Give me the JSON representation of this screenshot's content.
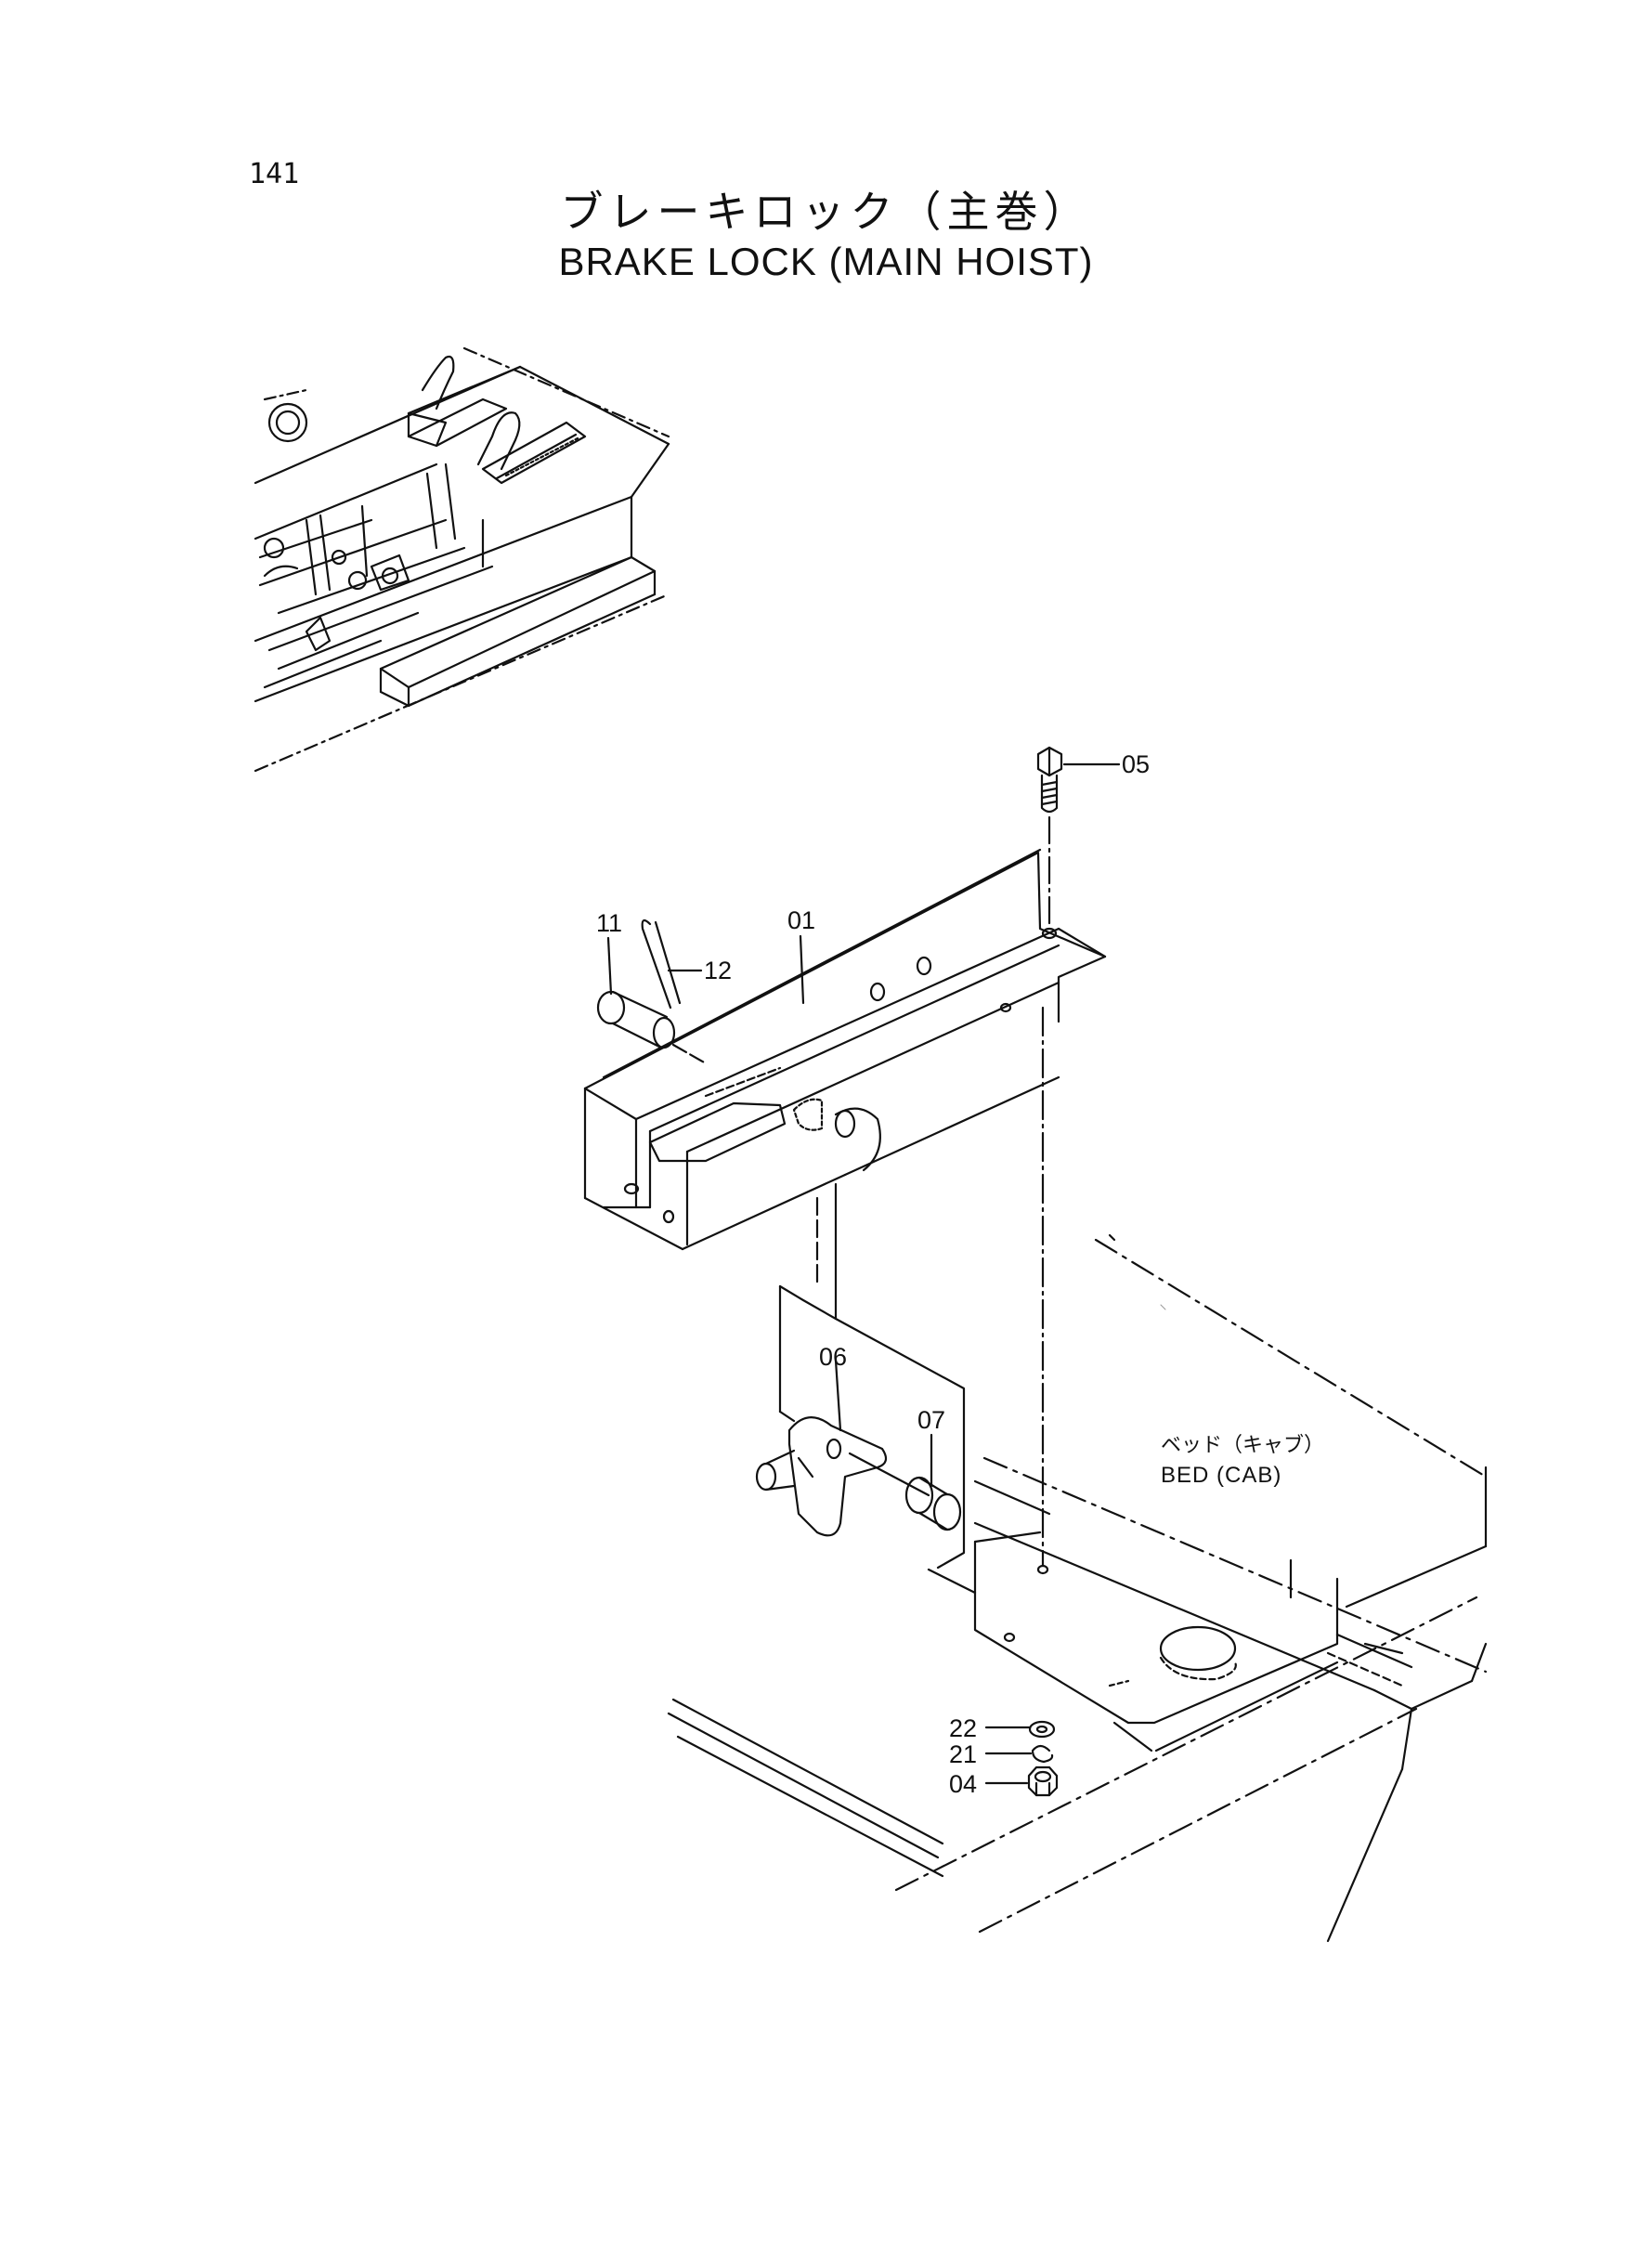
{
  "page_number": "141",
  "title_jp": "ブレーキロック（主巻）",
  "title_en": "BRAKE LOCK (MAIN HOIST)",
  "bed_label_jp": "ベッド（キャブ）",
  "bed_label_en": "BED (CAB)",
  "callouts": {
    "c01": "01",
    "c04": "04",
    "c05": "05",
    "c06": "06",
    "c07": "07",
    "c11": "11",
    "c12": "12",
    "c21": "21",
    "c22": "22"
  }
}
